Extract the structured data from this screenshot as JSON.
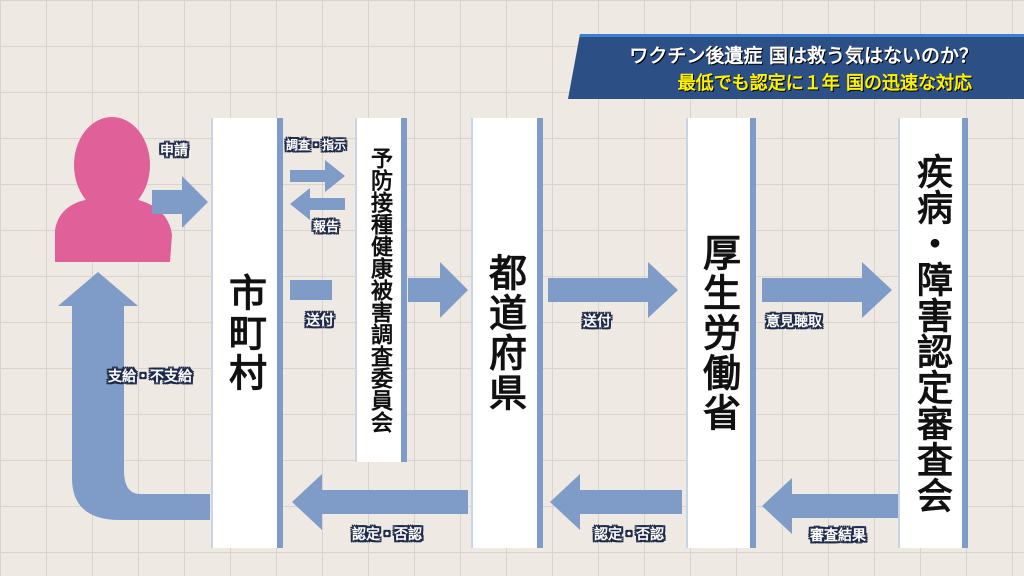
{
  "banner": {
    "line1": "ワクチン後遺症 国は救う気はないのか？",
    "line2": "最低でも認定に１年 国の迅速な対応"
  },
  "boxes": {
    "municipality": "市町村",
    "committee": "予防接種健康被害調査委員会",
    "prefecture": "都道府県",
    "mhlw": "厚生労働省",
    "council": "疾病・障害認定審査会"
  },
  "labels": {
    "apply": "申請",
    "investigate": "調査・指示",
    "report": "報告",
    "send1": "送付",
    "send2": "送付",
    "hearing": "意見聴取",
    "result": "審査結果",
    "approve1": "認定・否認",
    "approve2": "認定・否認",
    "payment": "支給・不支給"
  },
  "colors": {
    "arrow": "#7f9cc8",
    "person": "#e0609a",
    "banner": "#2c4f86",
    "banner_accent": "#fff200"
  }
}
